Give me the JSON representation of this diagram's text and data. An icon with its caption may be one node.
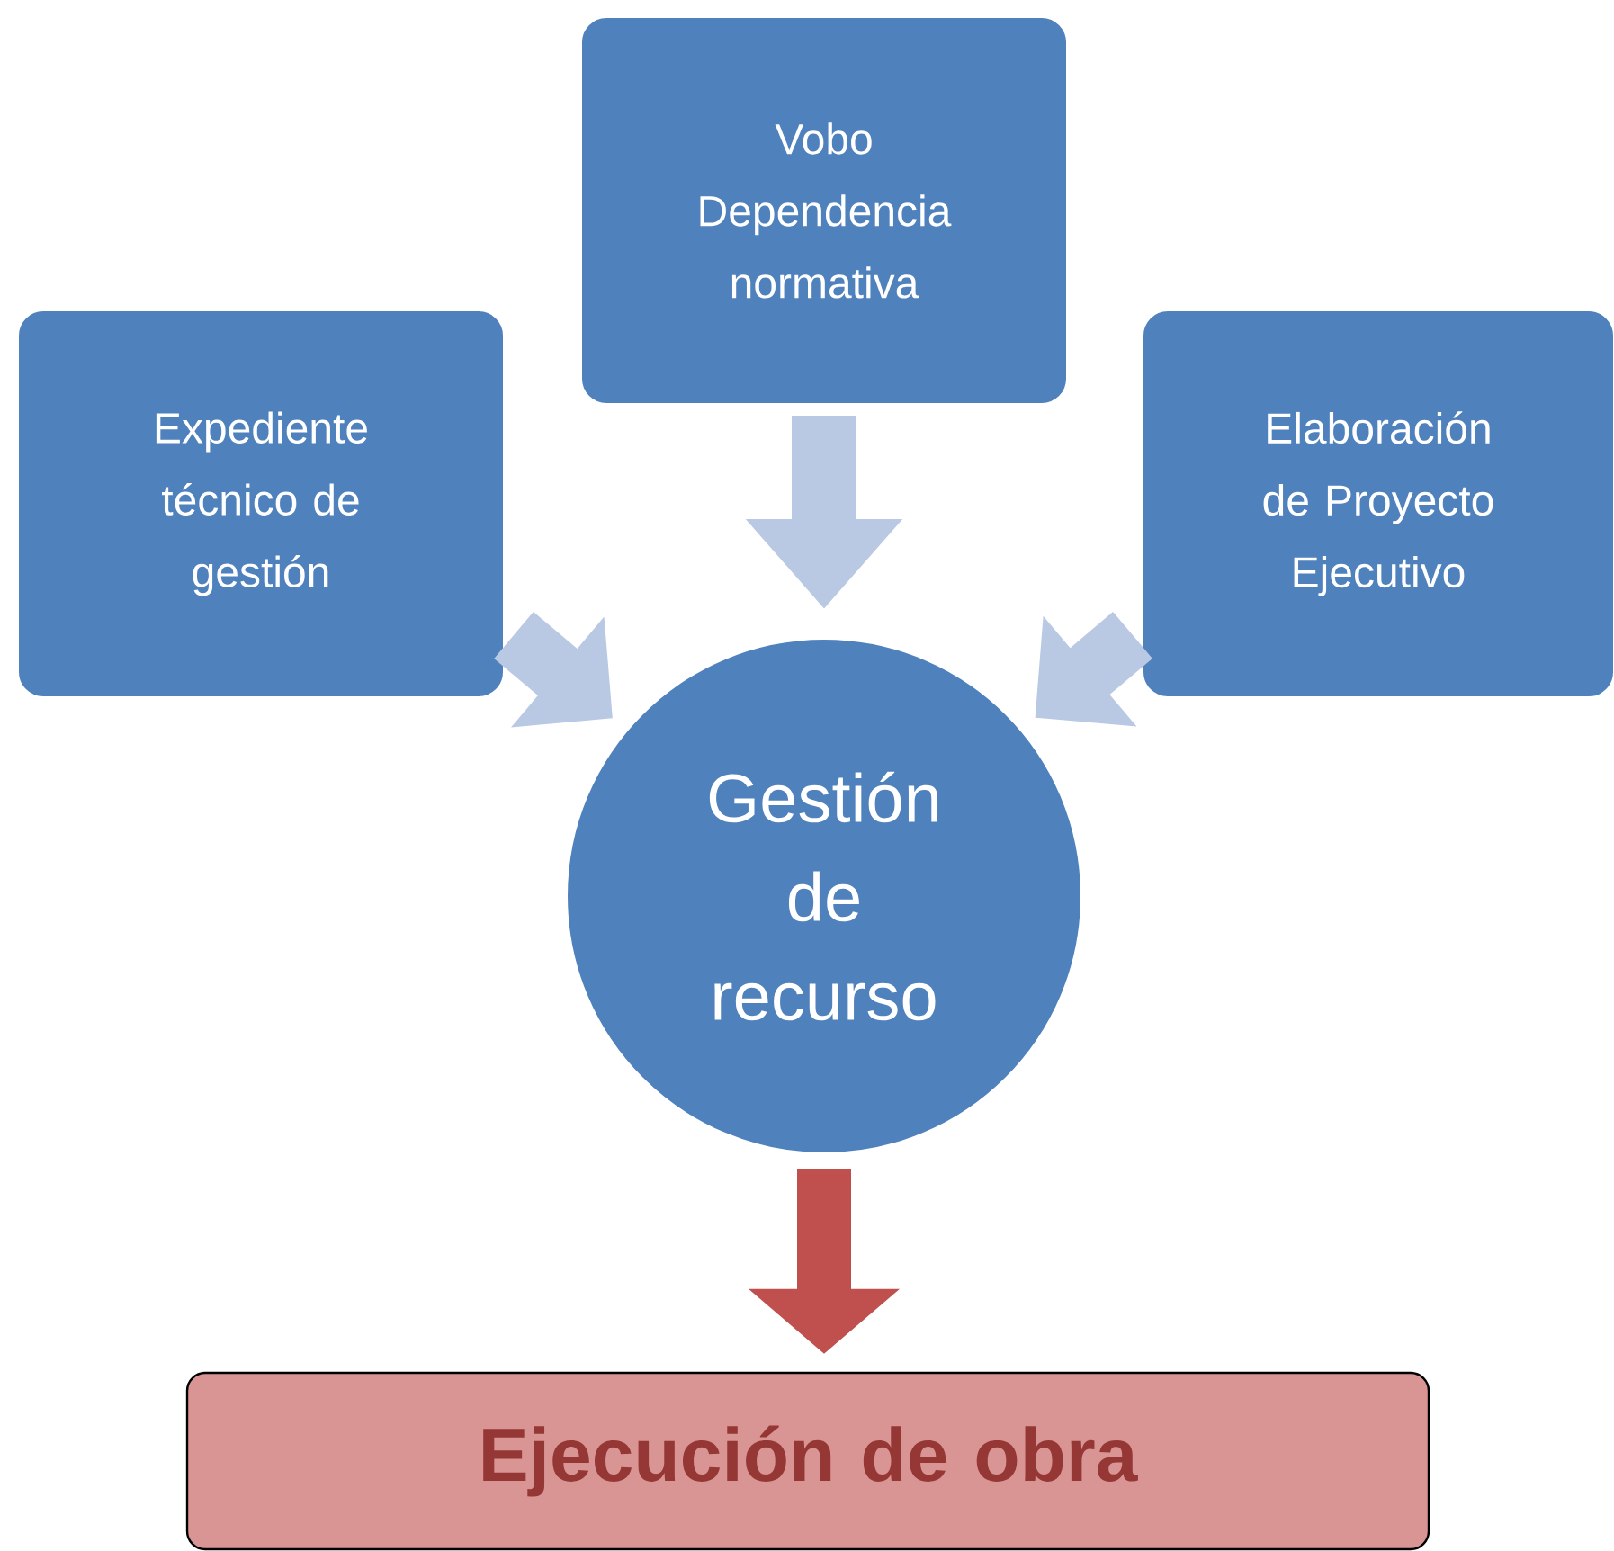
{
  "diagram": {
    "nodes": [
      {
        "text": [
          "Expediente técnico de gestión"
        ]
      },
      {
        "text": [
          "Vobo Dependencia normativa"
        ]
      },
      {
        "text": [
          "Elaboración de Proyecto Ejecutivo"
        ]
      },
      {
        "text": [
          "Gestión de recurso"
        ]
      },
      {
        "text": [
          "Ejecución de obra"
        ]
      }
    ],
    "edges": [
      {
        "from": 0,
        "to": 3,
        "arrow": "to"
      },
      {
        "from": 1,
        "to": 3,
        "arrow": "to"
      },
      {
        "from": 2,
        "to": 3,
        "arrow": "to"
      },
      {
        "from": 3,
        "to": 4,
        "arrow": "to",
        "color": "#c0504d"
      }
    ]
  }
}
